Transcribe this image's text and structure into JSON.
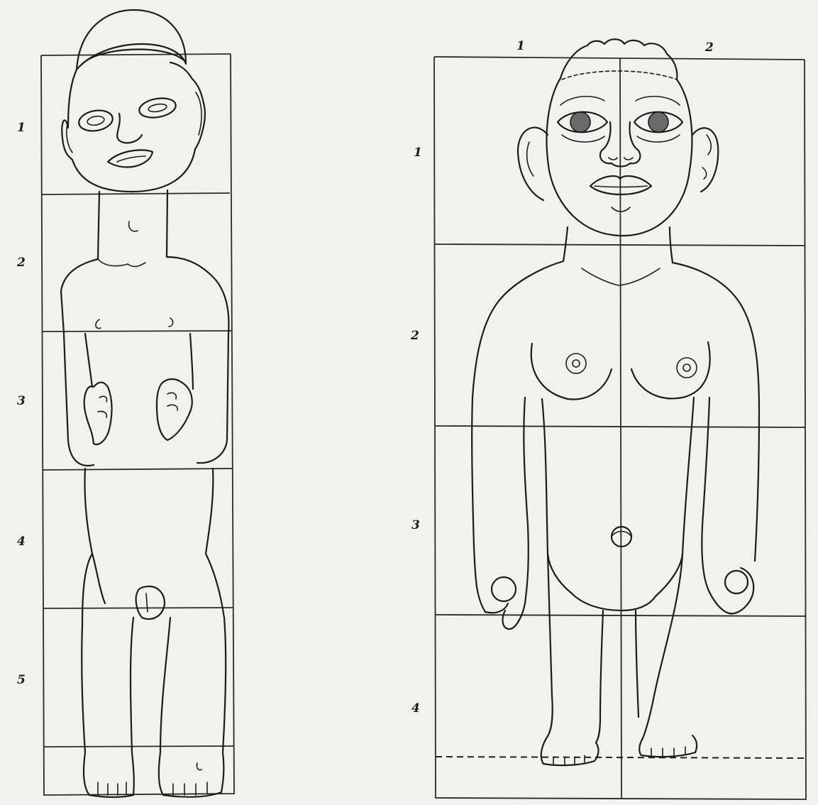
{
  "left_figure": {
    "row_labels": [
      "1",
      "2",
      "3",
      "4",
      "5"
    ]
  },
  "right_figure": {
    "column_labels": [
      "1",
      "2"
    ],
    "row_labels": [
      "1",
      "2",
      "3",
      "4"
    ]
  },
  "colors": {
    "paper": "#f3f1ec",
    "ink": "#1c1c1c"
  }
}
